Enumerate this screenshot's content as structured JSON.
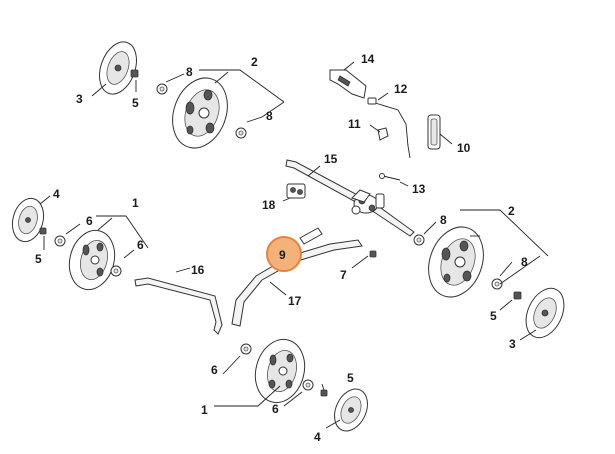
{
  "diagram": {
    "labels": {
      "l1a": "1",
      "l1b": "1",
      "l2a": "2",
      "l2b": "2",
      "l3a": "3",
      "l3b": "3",
      "l4a": "4",
      "l4b": "4",
      "l5a": "5",
      "l5b": "5",
      "l5c": "5",
      "l5d": "5",
      "l6a": "6",
      "l6b": "6",
      "l6c": "6",
      "l6d": "6",
      "l7": "7",
      "l8a": "8",
      "l8b": "8",
      "l8c": "8",
      "l8d": "8",
      "l9": "9",
      "l10": "10",
      "l11": "11",
      "l12": "12",
      "l13": "13",
      "l14": "14",
      "l15": "15",
      "l16": "16",
      "l17": "17",
      "l18": "18"
    },
    "highlight_color": "#f2b27a"
  }
}
